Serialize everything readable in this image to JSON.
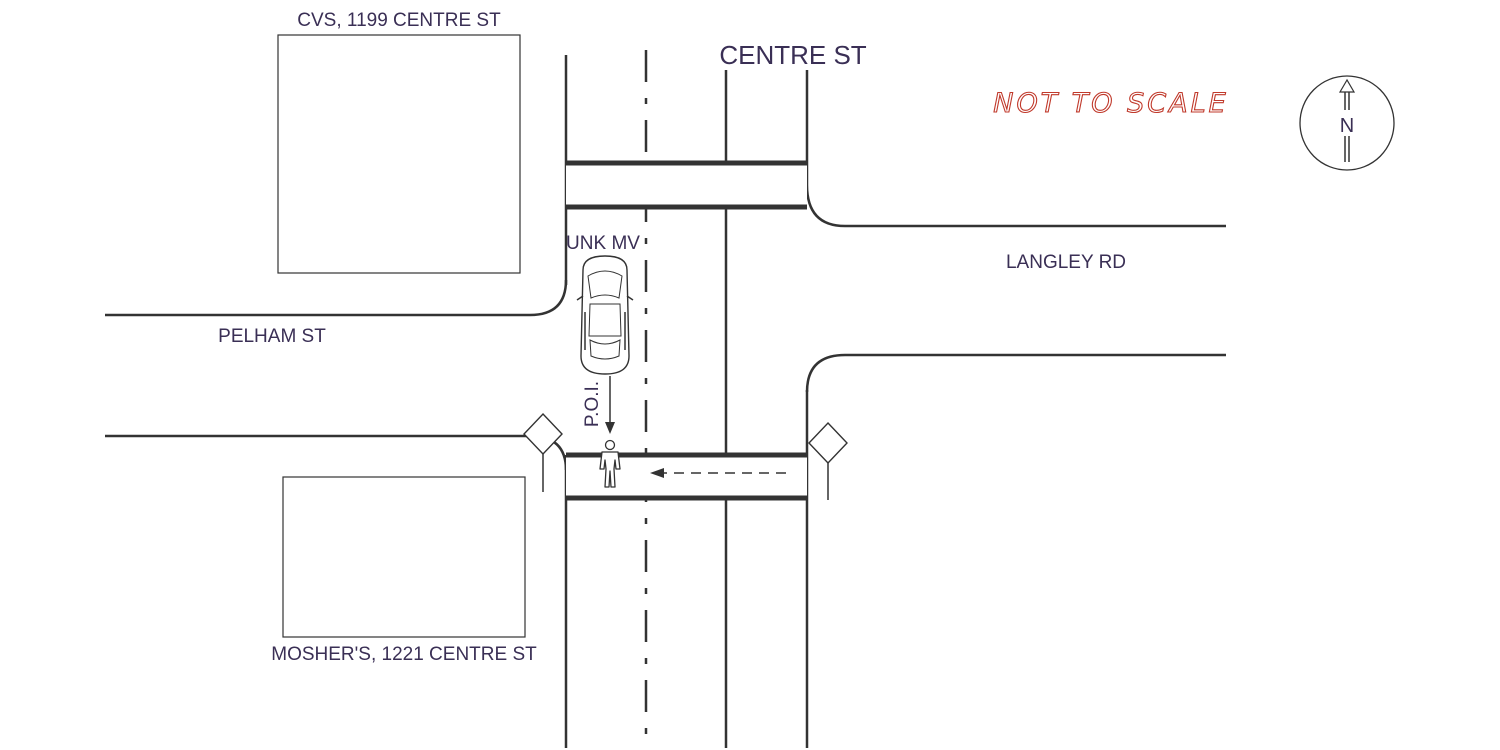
{
  "labels": {
    "cvs": "CVS, 1199 CENTRE ST",
    "centre_st": "CENTRE ST",
    "not_to_scale": "NOT TO SCALE",
    "north": "N",
    "unk_mv": "UNK MV",
    "langley_rd": "LANGLEY RD",
    "pelham_st": "PELHAM ST",
    "poi": "P.O.I.",
    "moshers": "MOSHER'S, 1221 CENTRE ST"
  },
  "colors": {
    "line": "#333333",
    "text": "#3a2f55",
    "note": "#c0392b"
  }
}
